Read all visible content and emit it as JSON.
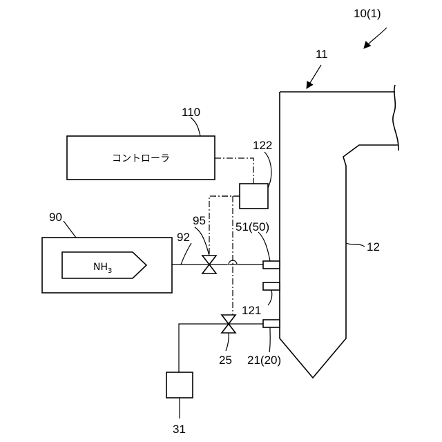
{
  "labels": {
    "system": "10(1)",
    "boiler": "11",
    "furnace": "12",
    "controller_ref": "110",
    "controller_text": "コントローラ",
    "sensor_ref": "122",
    "storage_ref": "90",
    "ammonia_main": "NH",
    "ammonia_sub": "3",
    "pipe_ref": "92",
    "valve_ammonia_ref": "95",
    "burner_ammonia_ref": "51(50)",
    "port_ref": "121",
    "valve_fuel_ref": "25",
    "burner_fuel_ref": "21(20)",
    "fuel_source_ref": "31"
  }
}
